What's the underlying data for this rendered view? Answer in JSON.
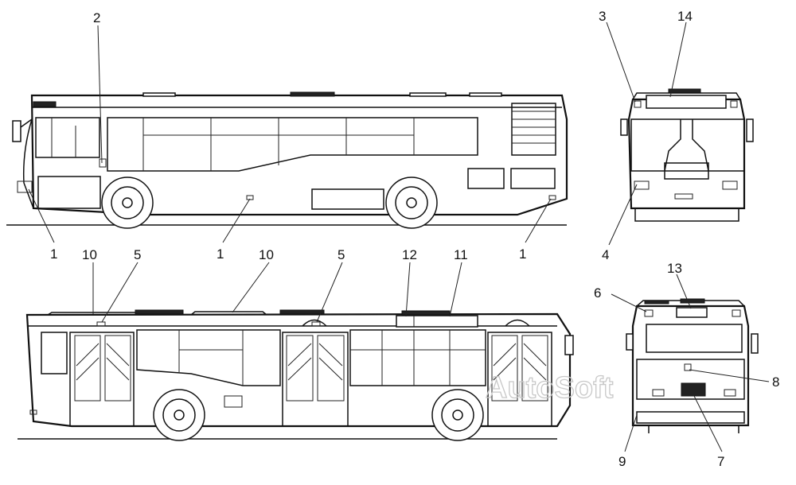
{
  "watermark": "AutoSoft",
  "callouts": {
    "c1a": "1",
    "c1b": "1",
    "c1c": "1",
    "c2": "2",
    "c3": "3",
    "c4": "4",
    "c5a": "5",
    "c5b": "5",
    "c6": "6",
    "c7": "7",
    "c8": "8",
    "c9": "9",
    "c10a": "10",
    "c10b": "10",
    "c11": "11",
    "c12": "12",
    "c13": "13",
    "c14": "14"
  }
}
